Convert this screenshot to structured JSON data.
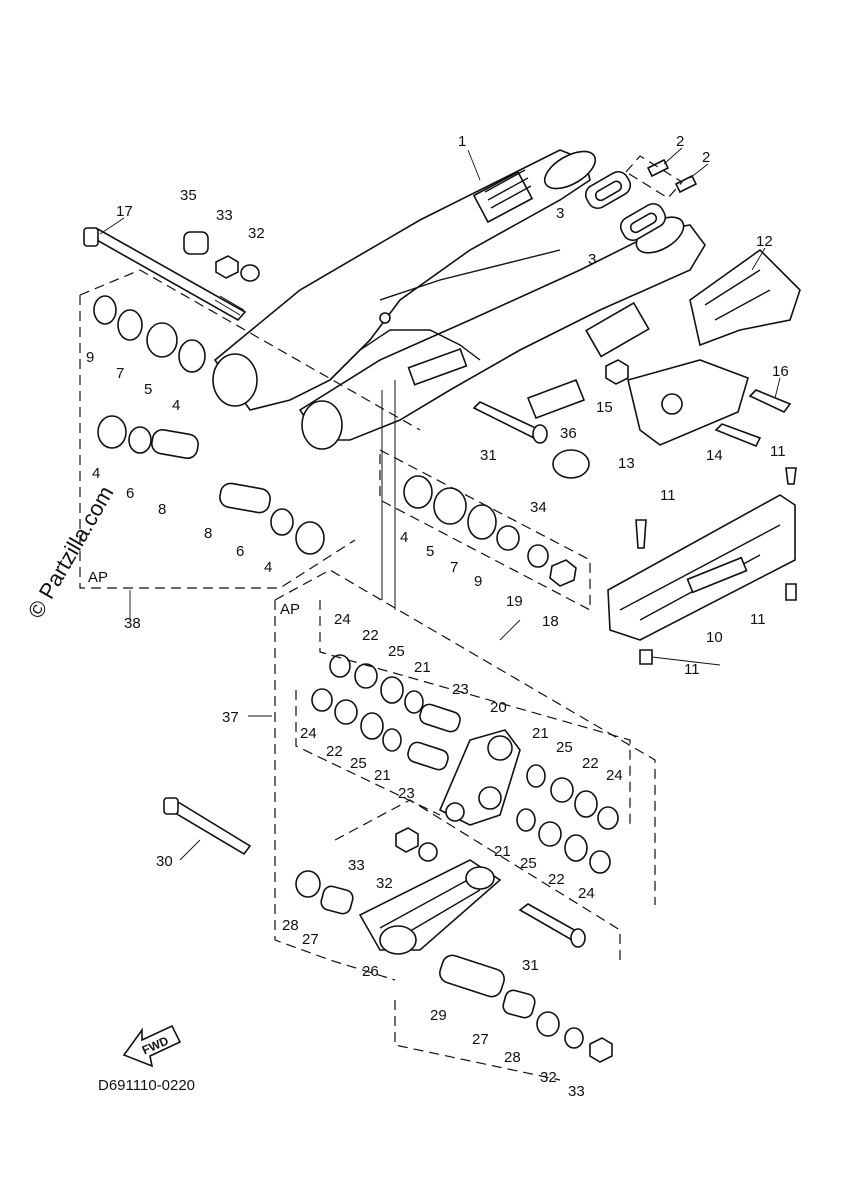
{
  "watermark": "© Partzilla.com",
  "diagram_code": "D691110-0220",
  "fwd_label": "FWD",
  "ap_labels": [
    "AP",
    "AP"
  ],
  "callouts": [
    "1",
    "2",
    "2",
    "3",
    "3",
    "12",
    "17",
    "35",
    "33",
    "32",
    "9",
    "7",
    "5",
    "4",
    "16",
    "15",
    "36",
    "4",
    "6",
    "8",
    "31",
    "13",
    "14",
    "11",
    "11",
    "34",
    "8",
    "6",
    "4",
    "4",
    "5",
    "7",
    "9",
    "19",
    "18",
    "10",
    "11",
    "11",
    "38",
    "24",
    "22",
    "25",
    "21",
    "23",
    "20",
    "37",
    "24",
    "22",
    "25",
    "21",
    "23",
    "21",
    "25",
    "22",
    "24",
    "30",
    "33",
    "32",
    "21",
    "25",
    "22",
    "24",
    "28",
    "27",
    "26",
    "31",
    "29",
    "27",
    "28",
    "32",
    "33"
  ]
}
